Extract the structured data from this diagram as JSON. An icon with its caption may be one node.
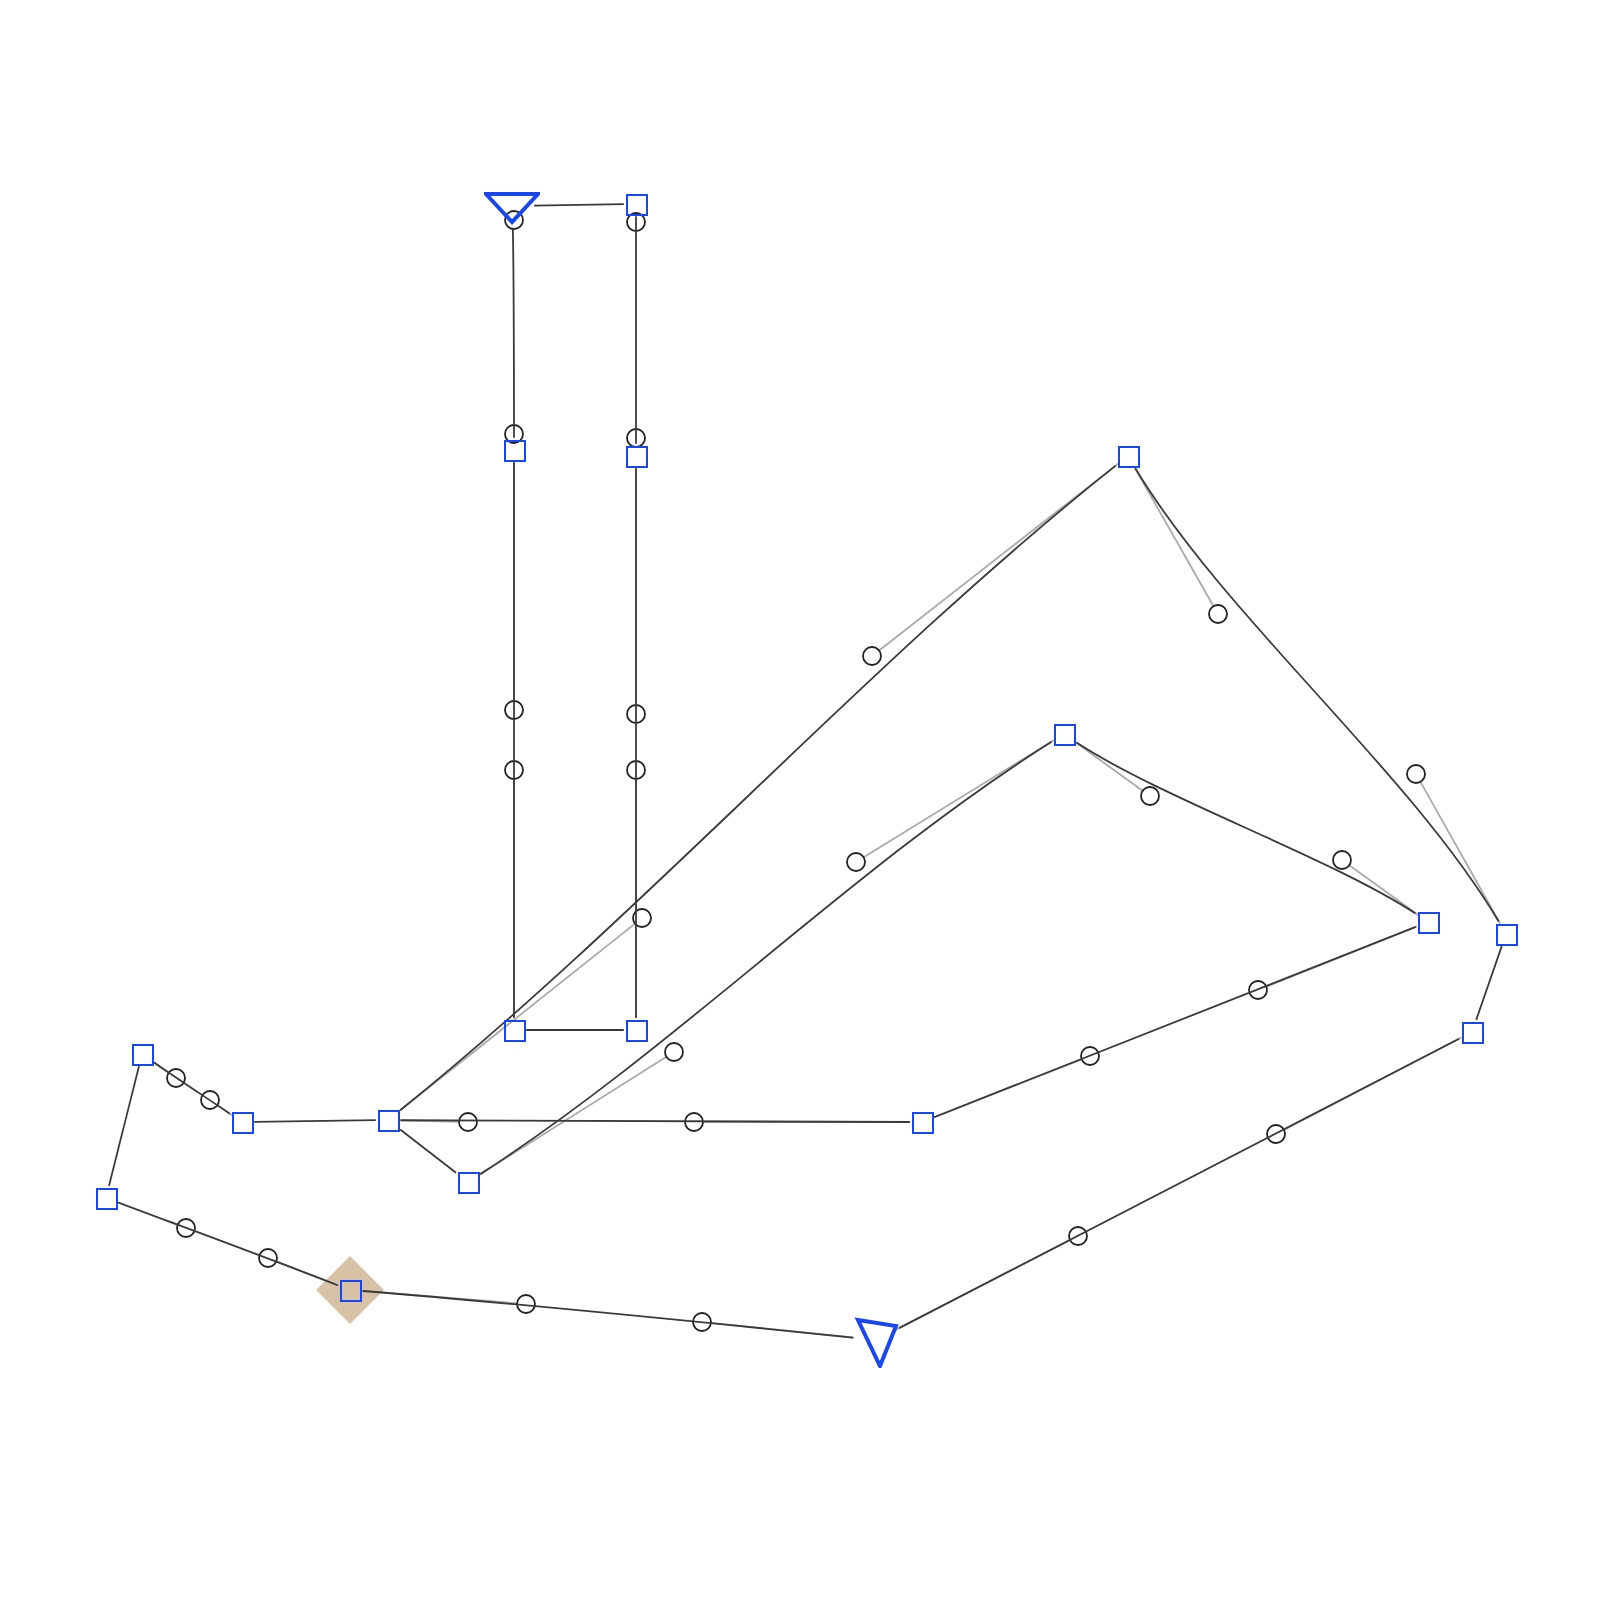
{
  "diagram": {
    "nodes": [
      {
        "text": [],
        "shape": "triangle"
      },
      {
        "text": [],
        "shape": "box"
      },
      {
        "text": [],
        "shape": "box"
      },
      {
        "text": [],
        "shape": "box"
      },
      {
        "text": [],
        "shape": "box"
      },
      {
        "text": [],
        "shape": "box"
      },
      {
        "text": [],
        "shape": "box"
      },
      {
        "text": [],
        "shape": "box"
      },
      {
        "text": [],
        "shape": "box"
      },
      {
        "text": [],
        "shape": "box"
      },
      {
        "text": [],
        "shape": "box"
      },
      {
        "text": [],
        "shape": "box"
      },
      {
        "text": [],
        "shape": "box"
      },
      {
        "text": [],
        "shape": "box"
      },
      {
        "text": [],
        "shape": "box"
      },
      {
        "text": [],
        "shape": "box"
      },
      {
        "text": [],
        "shape": "box"
      },
      {
        "text": [],
        "shape": "box"
      },
      {
        "text": [],
        "shape": "triangle"
      }
    ],
    "edges": [
      {
        "from": 0,
        "to": 1,
        "arrow": "none"
      },
      {
        "from": 1,
        "to": 3,
        "arrow": "none"
      },
      {
        "from": 3,
        "to": 9,
        "arrow": "none"
      },
      {
        "from": 9,
        "to": 8,
        "arrow": "none"
      },
      {
        "from": 8,
        "to": 2,
        "arrow": "none"
      },
      {
        "from": 2,
        "to": 0,
        "arrow": "none"
      },
      {
        "from": 13,
        "to": 4,
        "arrow": "none"
      },
      {
        "from": 4,
        "to": 7,
        "arrow": "none"
      },
      {
        "from": 7,
        "to": 10,
        "arrow": "none"
      },
      {
        "from": 10,
        "to": 18,
        "arrow": "none"
      },
      {
        "from": 18,
        "to": 17,
        "arrow": "none"
      },
      {
        "from": 17,
        "to": 16,
        "arrow": "none"
      },
      {
        "from": 16,
        "to": 11,
        "arrow": "none"
      },
      {
        "from": 11,
        "to": 12,
        "arrow": "none"
      },
      {
        "from": 12,
        "to": 13,
        "arrow": "none"
      },
      {
        "from": 13,
        "to": 15,
        "arrow": "none"
      },
      {
        "from": 15,
        "to": 5,
        "arrow": "none"
      },
      {
        "from": 5,
        "to": 6,
        "arrow": "none"
      },
      {
        "from": 6,
        "to": 14,
        "arrow": "none"
      },
      {
        "from": 14,
        "to": 13,
        "arrow": "none"
      }
    ]
  }
}
